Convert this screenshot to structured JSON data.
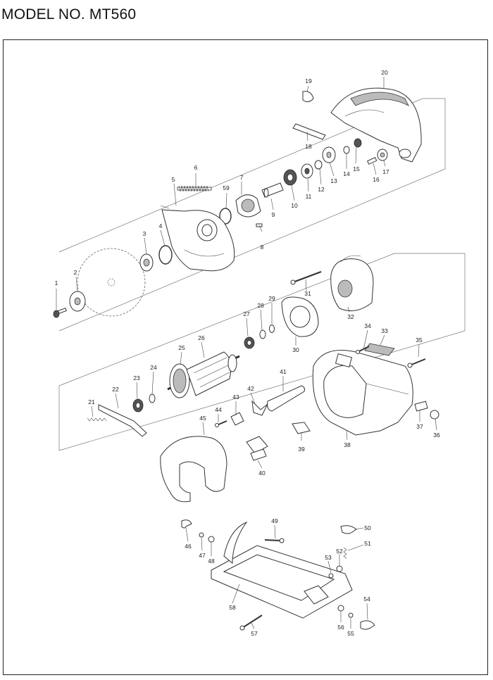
{
  "title": "MODEL NO. MT560",
  "labels": [
    "1",
    "2",
    "3",
    "4",
    "5",
    "6",
    "7",
    "8",
    "9",
    "10",
    "11",
    "12",
    "13",
    "14",
    "15",
    "16",
    "17",
    "18",
    "19",
    "20",
    "21",
    "22",
    "23",
    "24",
    "25",
    "26",
    "27",
    "28",
    "29",
    "30",
    "31",
    "32",
    "33",
    "34",
    "35",
    "36",
    "37",
    "38",
    "39",
    "40",
    "41",
    "42",
    "43",
    "44",
    "45",
    "46",
    "47",
    "48",
    "49",
    "50",
    "51",
    "52",
    "53",
    "54",
    "55",
    "56",
    "57",
    "58",
    "59"
  ]
}
